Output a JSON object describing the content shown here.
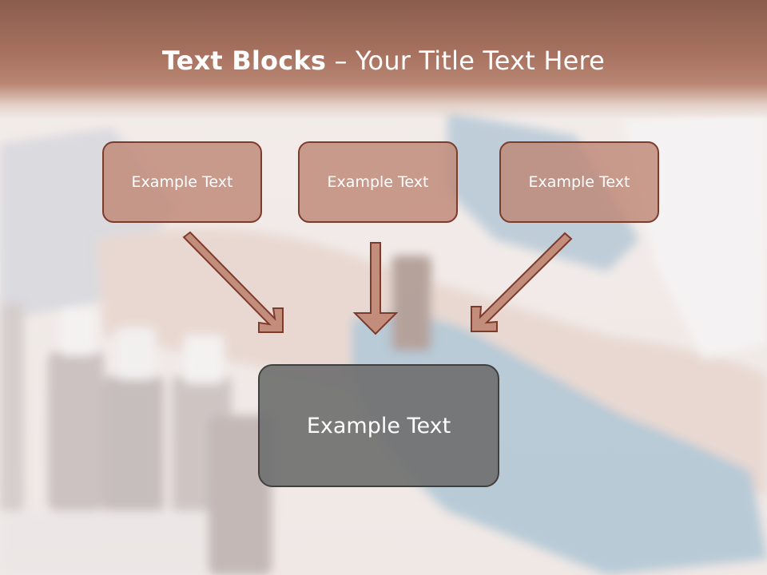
{
  "slide": {
    "title_bold": "Text Blocks",
    "title_rest": " – Your Title Text Here",
    "blocks": [
      {
        "label": "Example Text"
      },
      {
        "label": "Example Text"
      },
      {
        "label": "Example Text"
      }
    ],
    "main_block": {
      "label": "Example Text"
    }
  },
  "colors": {
    "header": "#a7725f",
    "box_fill": "#be8776",
    "box_border": "#7d3b2c",
    "main_fill": "#707070",
    "arrow_fill": "#c38d7c"
  }
}
